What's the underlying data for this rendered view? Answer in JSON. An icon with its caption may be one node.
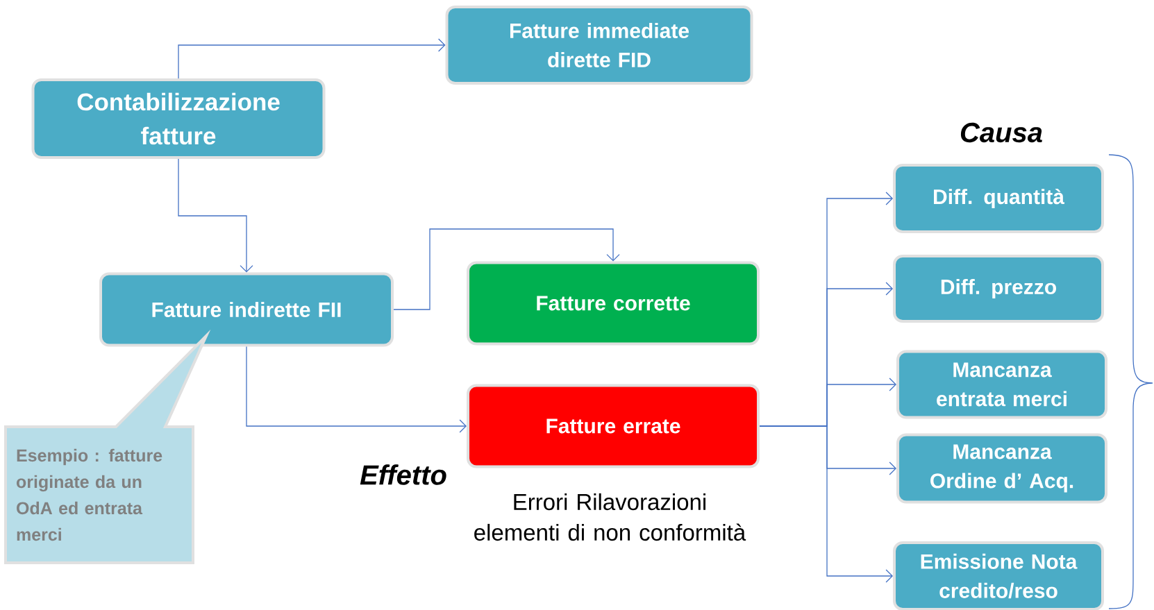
{
  "diagram": {
    "nodes": [
      {
        "text": [
          "Fatture immediate dirette FID"
        ]
      },
      {
        "text": [
          "Contabilizzazione fatture"
        ]
      },
      {
        "text": [
          "Fatture indirette FII"
        ]
      },
      {
        "text": [
          "Fatture corrette"
        ]
      },
      {
        "text": [
          "Fatture errate"
        ]
      },
      {
        "text": [
          "Diff. quantità"
        ]
      },
      {
        "text": [
          "Diff. prezzo"
        ]
      },
      {
        "text": [
          "Mancanza entrata merci"
        ]
      },
      {
        "text": [
          "Mancanza Ordine d’ Acq."
        ]
      },
      {
        "text": [
          "Emissione Nota credito/reso"
        ]
      },
      {
        "text": [
          "Esempio : fatture originate da un OdA ed entrata merci"
        ]
      }
    ],
    "edges": [
      {
        "from": 1,
        "to": 0,
        "arrow": "to"
      },
      {
        "from": 1,
        "to": 2,
        "arrow": "to"
      },
      {
        "from": 2,
        "to": 3,
        "arrow": "to"
      },
      {
        "from": 2,
        "to": 4,
        "arrow": "to"
      },
      {
        "from": 4,
        "to": 5,
        "arrow": "to"
      },
      {
        "from": 4,
        "to": 6,
        "arrow": "to"
      },
      {
        "from": 4,
        "to": 7,
        "arrow": "to"
      },
      {
        "from": 4,
        "to": 8,
        "arrow": "to"
      },
      {
        "from": 4,
        "to": 9,
        "arrow": "to"
      }
    ],
    "labels": [
      "Causa",
      "Effetto",
      "Errori Rilavorazioni elementi di non conformità"
    ]
  }
}
